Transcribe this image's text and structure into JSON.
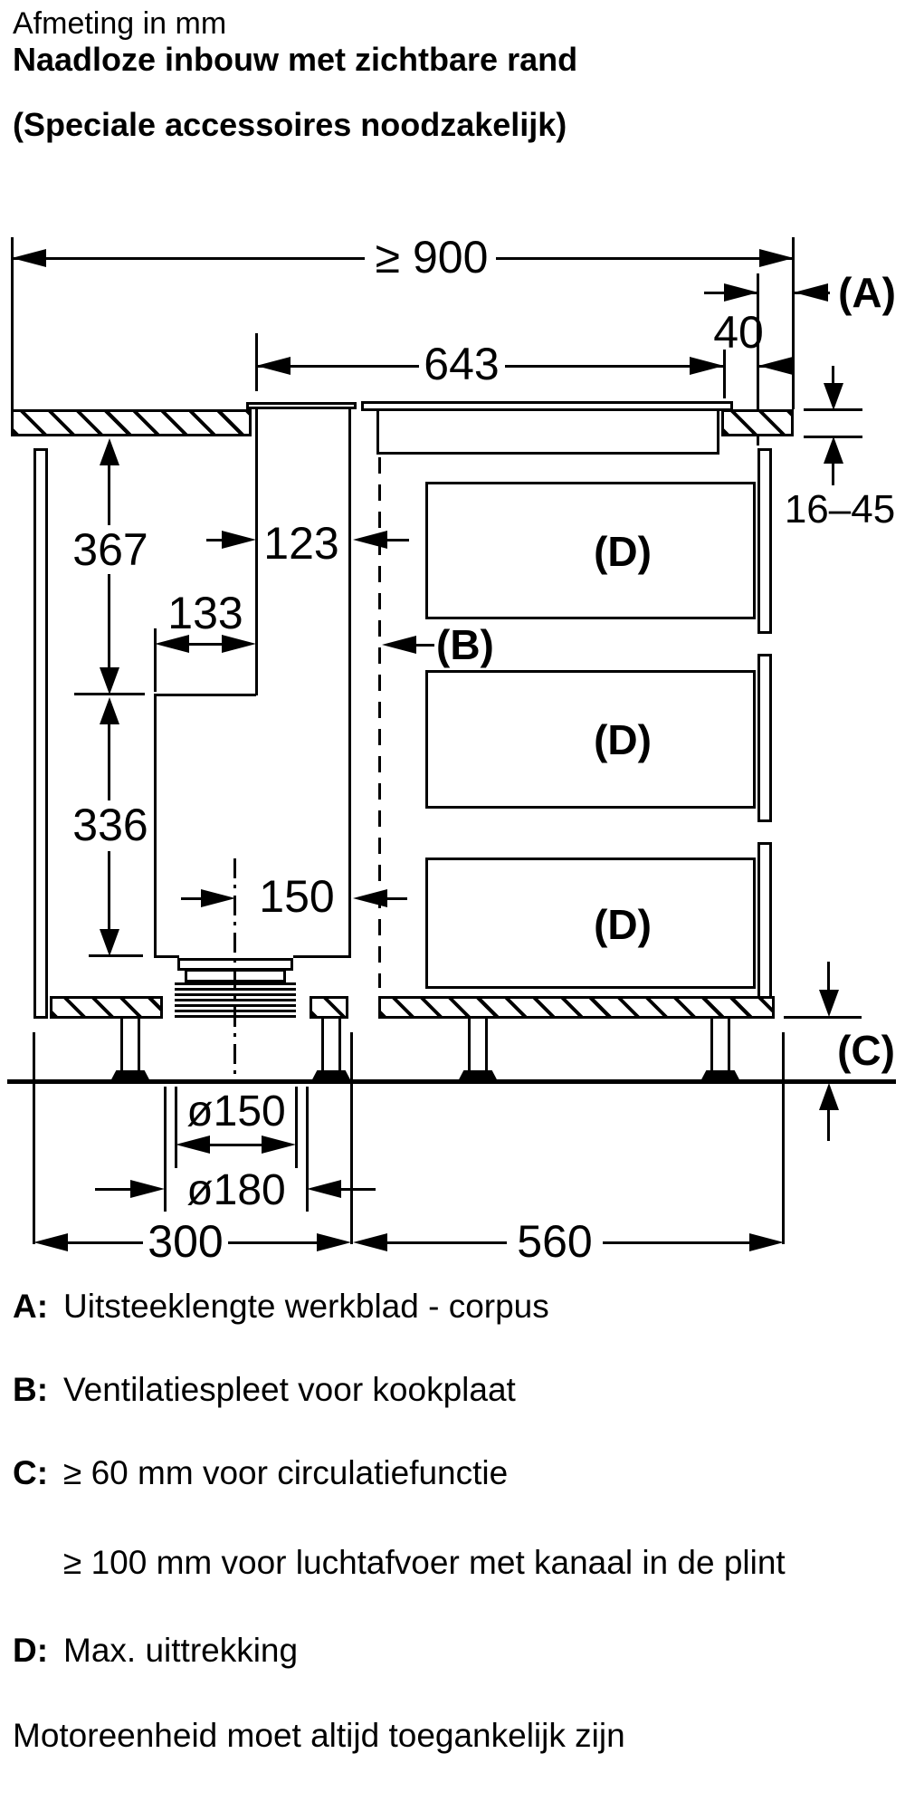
{
  "header": {
    "line1": "Afmeting in mm",
    "line2": "Naadloze inbouw met zichtbare rand",
    "line3": "(Speciale accessoires noodzakelijk)"
  },
  "diagram": {
    "dims": {
      "total_width": "≥ 900",
      "label_a": "(A)",
      "edge_offset": "40",
      "hob_width": "643",
      "worktop_thickness": "16–45",
      "upper_depth": "367",
      "duct_width": "123",
      "motor_width": "133",
      "label_b": "(B)",
      "duct_offset": "150",
      "lower_depth": "336",
      "label_c": "(C)",
      "duct_dia_150": "ø150",
      "duct_dia_180": "ø180",
      "left_section": "300",
      "right_section": "560",
      "drawer_labels": [
        "(D)",
        "(D)",
        "(D)"
      ]
    },
    "colors": {
      "line": "#000000",
      "background": "#ffffff"
    }
  },
  "legend": {
    "items": [
      {
        "key": "A:",
        "text": "Uitsteeklengte werkblad - corpus"
      },
      {
        "key": "B:",
        "text": "Ventilatiespleet voor kookplaat"
      },
      {
        "key": "C:",
        "text": "≥ 60 mm voor circulatiefunctie"
      },
      {
        "key": "",
        "text": "≥ 100 mm voor luchtafvoer met kanaal in de plint"
      },
      {
        "key": "D:",
        "text": "Max. uittrekking"
      }
    ],
    "footer": "Motoreenheid moet altijd toegankelijk zijn"
  }
}
